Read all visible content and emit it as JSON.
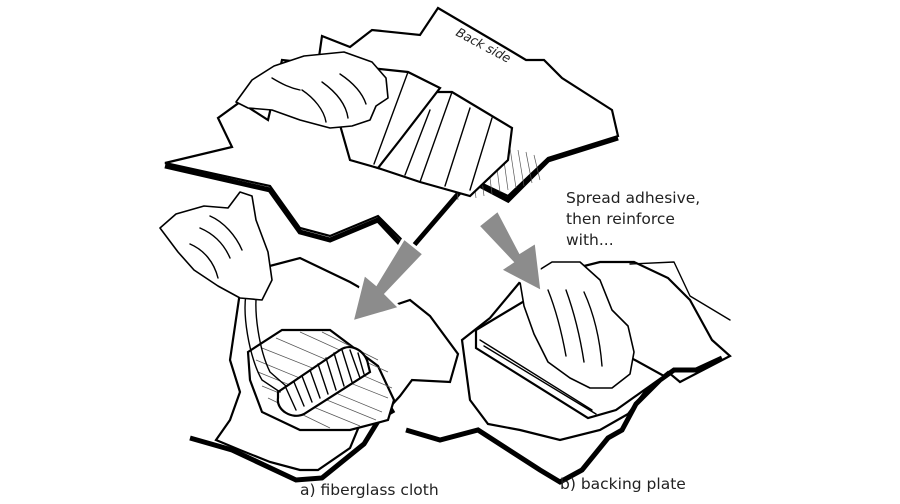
{
  "labels": {
    "back_side": "Back side",
    "instruction_line1": "Spread adhesive,",
    "instruction_line2": "then reinforce",
    "instruction_line3": "with...",
    "option_a": "a) fiberglass cloth",
    "option_b": "b) backing plate"
  },
  "colors": {
    "arrow_fill": "#8c8c8c",
    "line": "#000000",
    "background": "#ffffff"
  },
  "icons": {
    "arrow_a": "arrow-down-left-icon",
    "arrow_b": "arrow-down-right-icon"
  }
}
